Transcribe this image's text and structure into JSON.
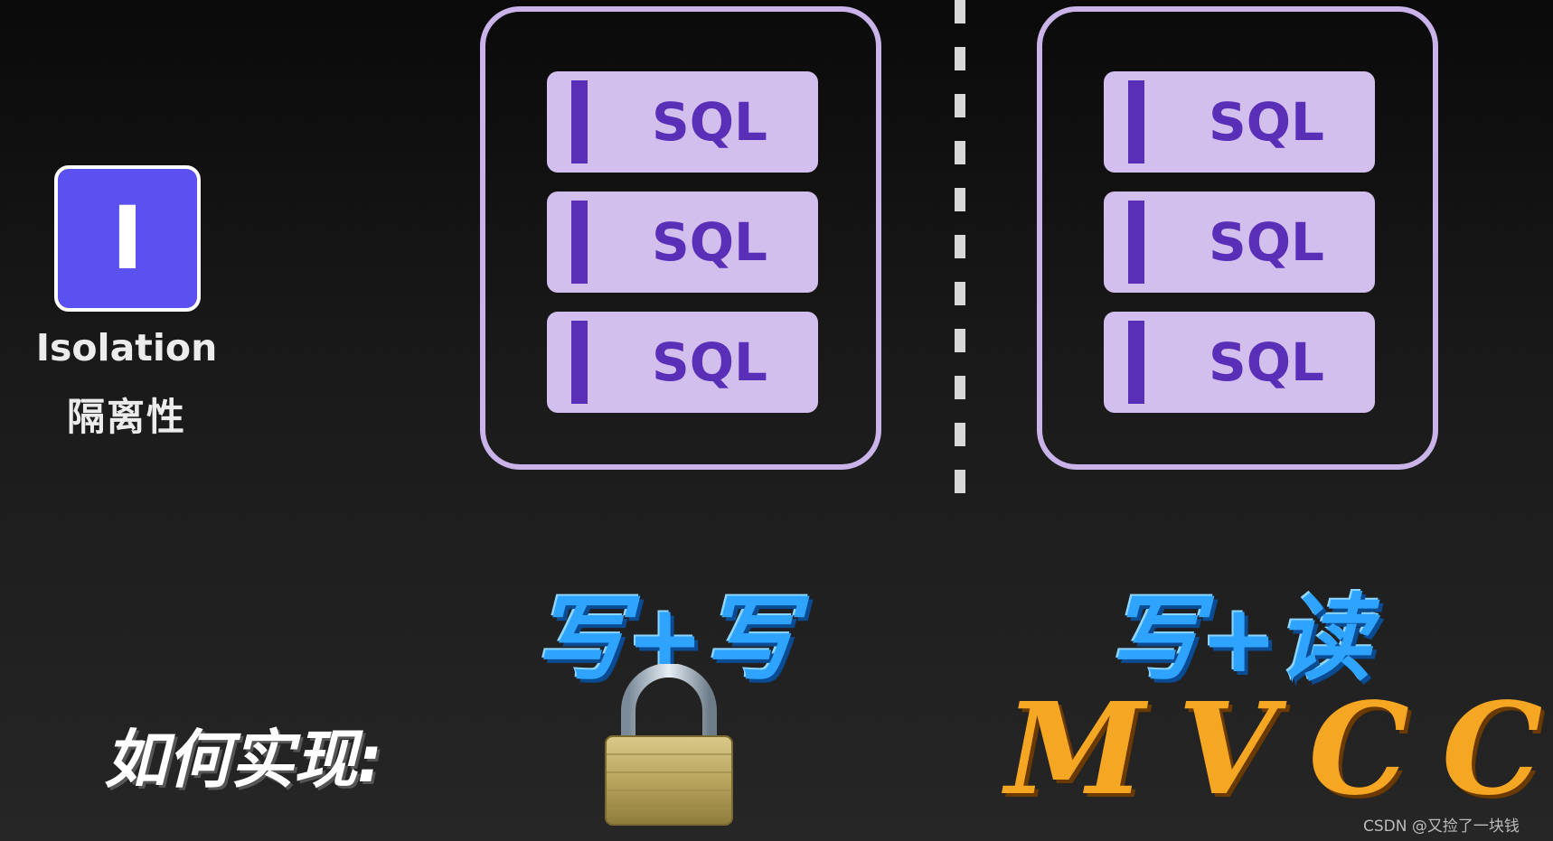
{
  "badge": {
    "letter": "I",
    "label_en": "Isolation",
    "label_zh": "隔离性"
  },
  "left_transaction": {
    "statements": [
      "SQL",
      "SQL",
      "SQL"
    ],
    "operation": "写+写",
    "implementation": "lock-icon"
  },
  "right_transaction": {
    "statements": [
      "SQL",
      "SQL",
      "SQL"
    ],
    "operation": "写+读",
    "implementation": "MVCC"
  },
  "how_label": "如何实现:",
  "watermark": "CSDN @又捡了一块钱",
  "colors": {
    "background": "#1a1a1a",
    "badge": "#5b50f0",
    "box_border": "#c9b3e8",
    "sql_fill": "#d3bfee",
    "sql_text": "#5a2fb8",
    "op_text": "#2ea3ff",
    "mvcc_text": "#f5a623"
  }
}
